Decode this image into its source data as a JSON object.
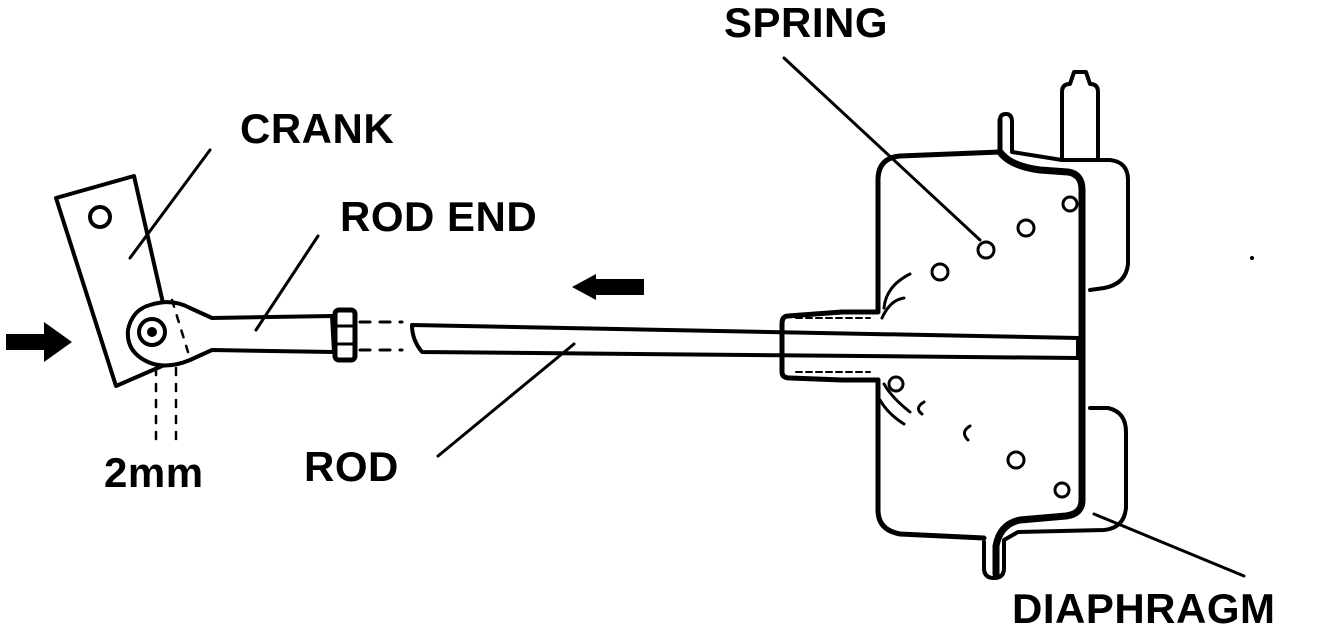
{
  "labels": {
    "spring": "SPRING",
    "crank": "CRANK",
    "rod_end": "ROD END",
    "rod": "ROD",
    "gap": "2mm",
    "diaphragm": "DIAPHRAGM"
  },
  "colors": {
    "ink": "#000000",
    "paper": "#ffffff"
  }
}
